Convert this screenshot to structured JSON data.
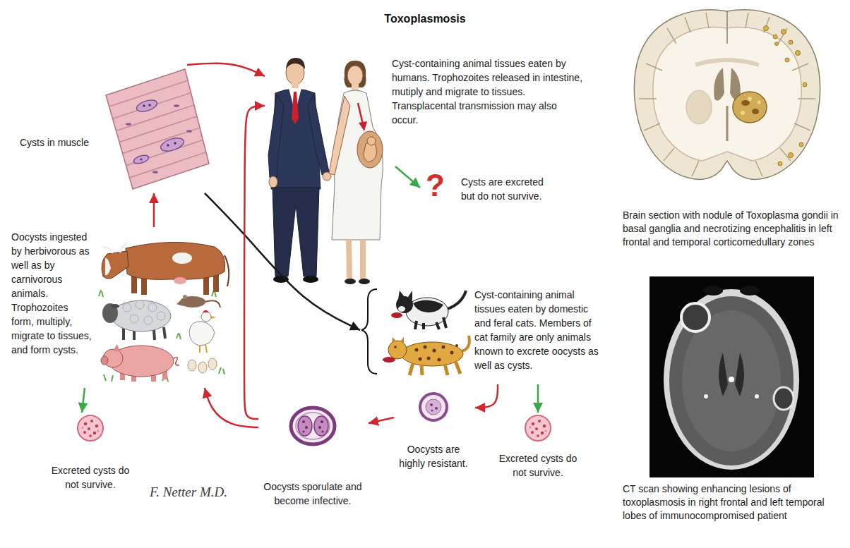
{
  "diagram": {
    "title": "Toxoplasmosis",
    "nodes": [
      {
        "text": [
          "Cysts in muscle"
        ]
      },
      {
        "text": [
          "Cyst-containing animal tissues eaten by humans. Trophozoites released in intestine, mutiply and migrate to tissues. Transplacental transmission may also occur."
        ]
      },
      {
        "text": [
          "?",
          "Cysts are excreted but do not survive."
        ]
      },
      {
        "text": [
          "Brain section with nodule of Toxoplasma gondii in basal ganglia and necrotizing encephalitis in left frontal and temporal corticomedullary zones"
        ]
      },
      {
        "text": [
          "Oocysts ingested by herbivorous as well as by carnivorous animals. Trophozoites form, multiply, migrate to tissues, and form cysts."
        ]
      },
      {
        "text": [
          "Cyst-containing animal tissues eaten by domestic and feral cats. Members of cat family are only animals known to excrete oocysts as well as cysts."
        ]
      },
      {
        "text": [
          "CT scan showing enhancing lesions of toxoplasmosis in right frontal and left temporal lobes of immunocompromised patient"
        ]
      },
      {
        "text": [
          "Excreted cysts do not survive."
        ]
      },
      {
        "text": [
          "Oocysts sporulate and become infective."
        ]
      },
      {
        "text": [
          "Oocysts are highly resistant."
        ]
      },
      {
        "text": [
          "Excreted cysts do not survive."
        ]
      }
    ],
    "edges": [
      {
        "from": 0,
        "to": 1,
        "arrow": "to"
      },
      {
        "from": 0,
        "to": 5,
        "arrow": "to"
      },
      {
        "from": 1,
        "to": 2,
        "arrow": "to"
      },
      {
        "from": 4,
        "to": 0,
        "arrow": "to"
      },
      {
        "from": 4,
        "to": 7,
        "arrow": "to"
      },
      {
        "from": 5,
        "to": 9,
        "arrow": "to"
      },
      {
        "from": 5,
        "to": 10,
        "arrow": "to"
      },
      {
        "from": 9,
        "to": 8,
        "arrow": "to"
      },
      {
        "from": 8,
        "to": 4,
        "arrow": "to"
      },
      {
        "from": 8,
        "to": 1,
        "arrow": "to"
      }
    ],
    "labels": [
      "F. Netter M.D."
    ]
  }
}
